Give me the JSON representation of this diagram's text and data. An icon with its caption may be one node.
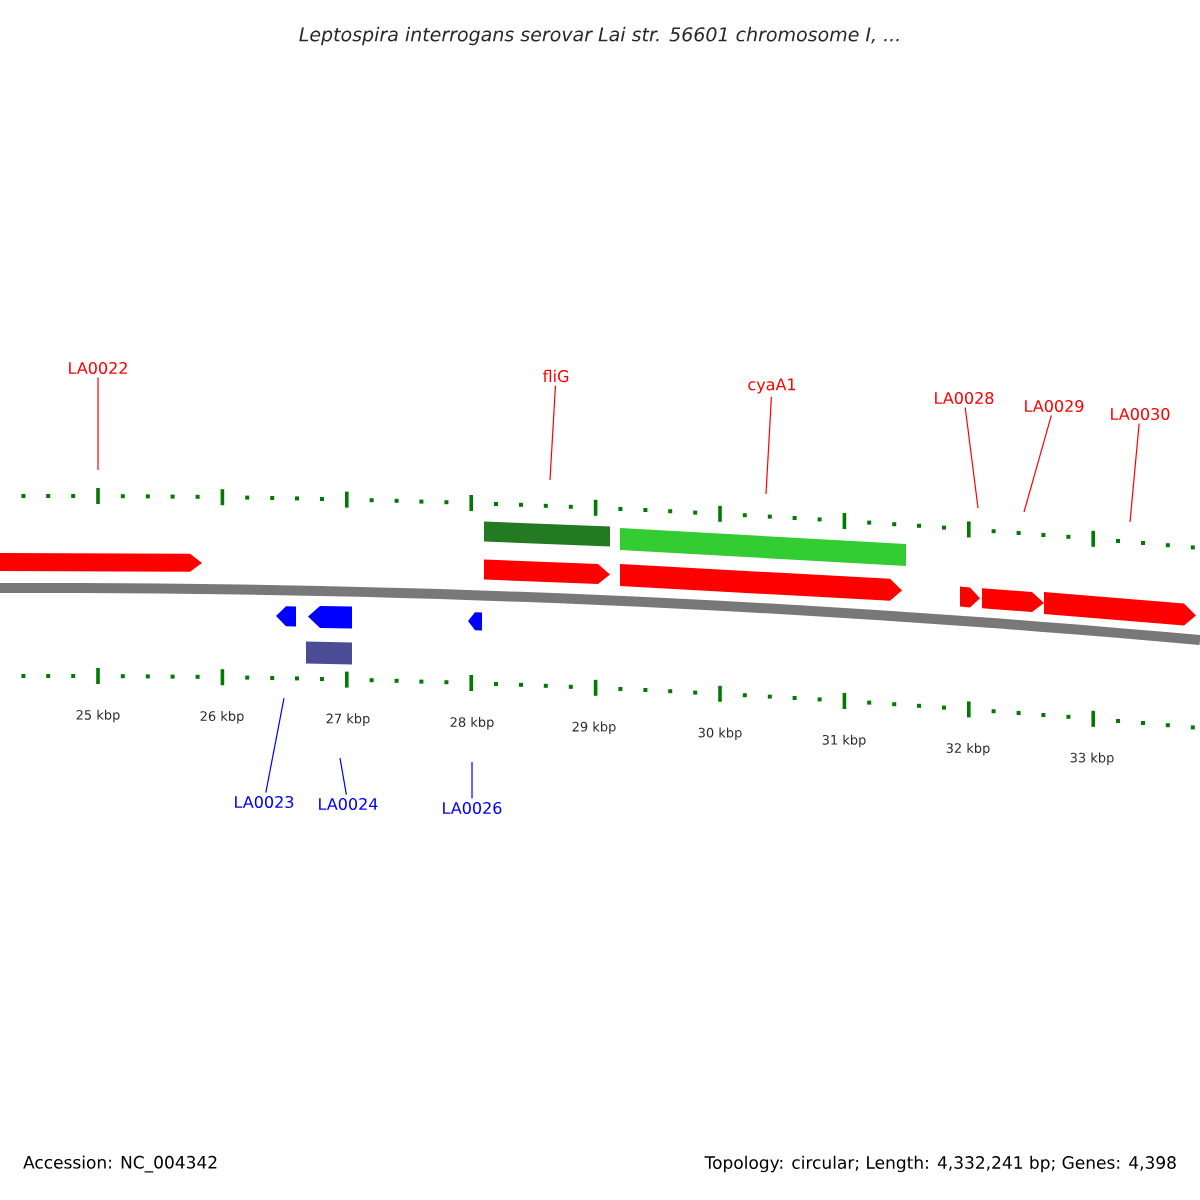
{
  "diagram": {
    "title": "Leptospira interrogans serovar Lai str. 56601 chromosome I, ...",
    "nodes": [
      {
        "text": [
          "LA0022"
        ]
      },
      {
        "text": [
          "fliG"
        ]
      },
      {
        "text": [
          "cyaA1"
        ]
      },
      {
        "text": [
          "LA0028"
        ]
      },
      {
        "text": [
          "LA0029"
        ]
      },
      {
        "text": [
          "LA0030"
        ]
      },
      {
        "text": [
          "LA0023"
        ]
      },
      {
        "text": [
          "LA0024"
        ]
      },
      {
        "text": [
          "LA0026"
        ]
      }
    ],
    "edges": [
      {
        "from": 0,
        "to": null,
        "arrow": "none"
      },
      {
        "from": 1,
        "to": null,
        "arrow": "none"
      },
      {
        "from": 2,
        "to": null,
        "arrow": "none"
      },
      {
        "from": 3,
        "to": null,
        "arrow": "none"
      },
      {
        "from": 4,
        "to": null,
        "arrow": "none"
      },
      {
        "from": 5,
        "to": null,
        "arrow": "none"
      },
      {
        "from": 6,
        "to": null,
        "arrow": "none",
        "color": "#0000ff"
      },
      {
        "from": 7,
        "to": null,
        "arrow": "none",
        "color": "#0000ff"
      },
      {
        "from": 8,
        "to": null,
        "arrow": "none",
        "color": "#0000ff"
      }
    ],
    "labels": [
      "25 kbp",
      "26 kbp",
      "27 kbp",
      "28 kbp",
      "29 kbp",
      "30 kbp",
      "31 kbp",
      "32 kbp",
      "33 kbp",
      "Accession: NC_004342",
      "Topology: circular; Length: 4,332,241 bp; Genes: 4,398"
    ]
  }
}
